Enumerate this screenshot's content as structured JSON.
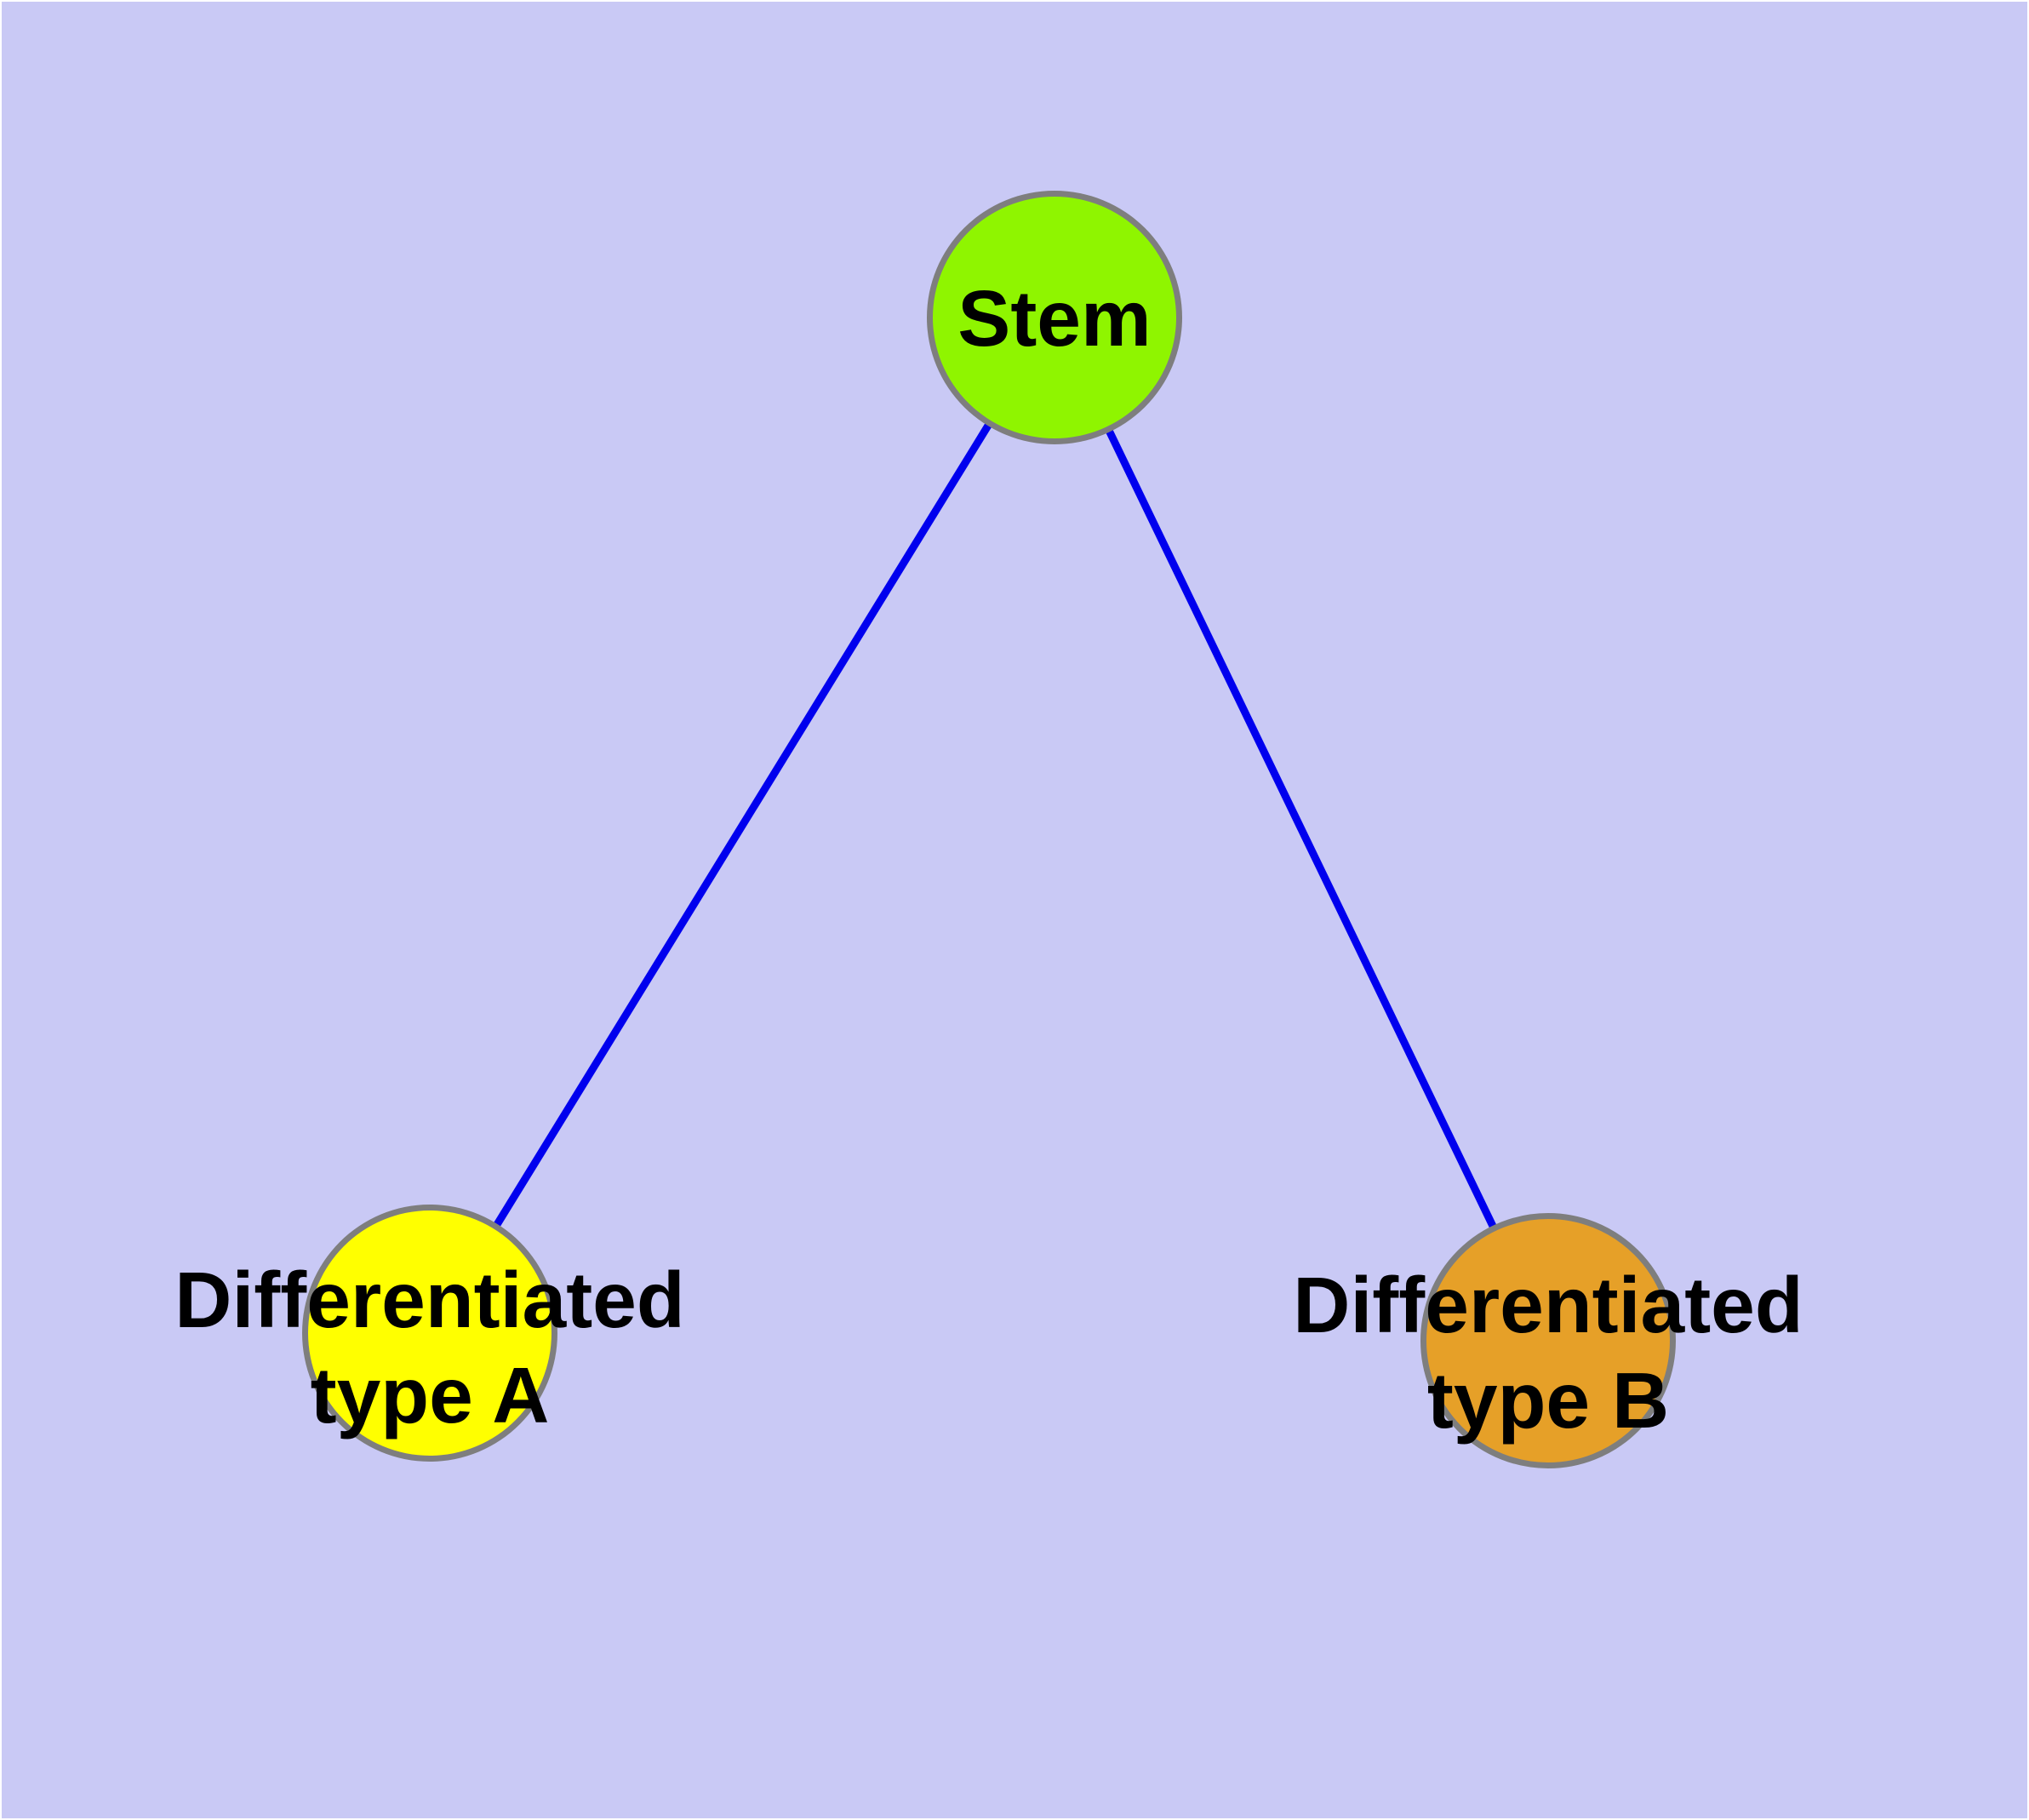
{
  "colors": {
    "background": "#C9C9F5",
    "page_border": "#FFFFFF",
    "edge": "#0000EE",
    "node_border": "#7E7E7E",
    "label_text": "#000000"
  },
  "diagram": {
    "type": "graph",
    "nodes": [
      {
        "id": "stem",
        "label": "Stem",
        "lines": [
          "Stem"
        ],
        "fill": "#8FF500"
      },
      {
        "id": "type-a",
        "label": "Differentiated type A",
        "lines": [
          "Differentiated",
          "type A"
        ],
        "fill": "#FFFF00"
      },
      {
        "id": "type-b",
        "label": "Differentiated type B",
        "lines": [
          "Differentiated",
          "type B"
        ],
        "fill": "#E6A028"
      }
    ],
    "edges": [
      {
        "from": "stem",
        "to": "type-a"
      },
      {
        "from": "stem",
        "to": "type-b"
      }
    ]
  }
}
